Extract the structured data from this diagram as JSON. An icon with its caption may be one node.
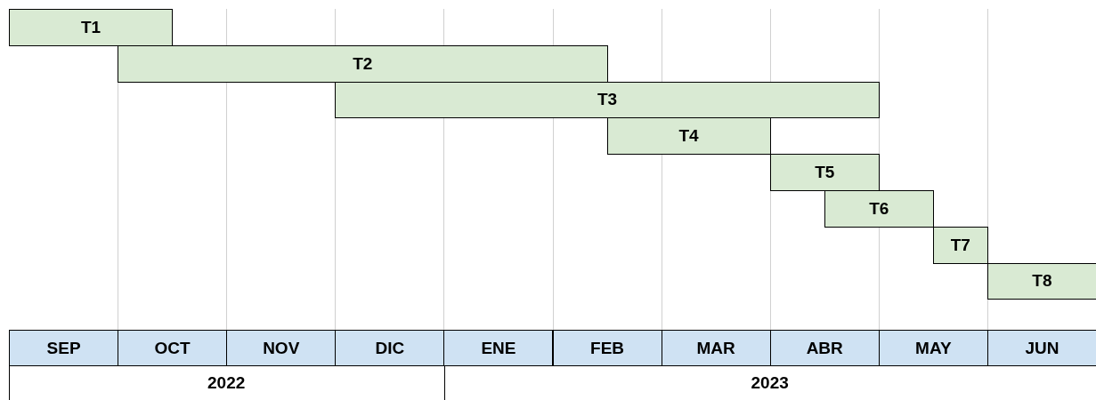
{
  "diagram": {
    "nodes": [
      {
        "text": [
          "T1"
        ]
      },
      {
        "text": [
          "T2"
        ]
      },
      {
        "text": [
          "T3"
        ]
      },
      {
        "text": [
          "T4"
        ]
      },
      {
        "text": [
          "T5"
        ]
      },
      {
        "text": [
          "T6"
        ]
      },
      {
        "text": [
          "T7"
        ]
      },
      {
        "text": [
          "T8"
        ]
      }
    ],
    "labels": [
      "SEP",
      "OCT",
      "NOV",
      "DIC",
      "ENE",
      "FEB",
      "MAR",
      "ABR",
      "MAY",
      "JUN",
      "2022",
      "2023"
    ]
  }
}
